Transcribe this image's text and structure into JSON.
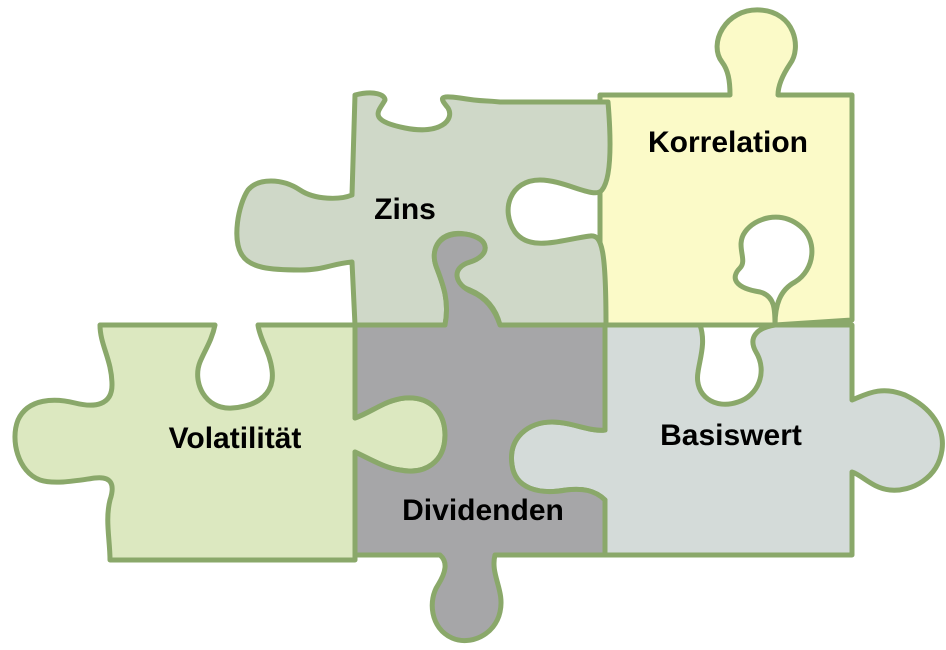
{
  "pieces": {
    "zins": {
      "label": "Zins",
      "fill": "#cfd8c8"
    },
    "korrelation": {
      "label": "Korrelation",
      "fill": "#fbfac8"
    },
    "volatilitaet": {
      "label": "Volatilität",
      "fill": "#dce8c0"
    },
    "dividenden": {
      "label": "Dividenden",
      "fill": "#a6a6a8"
    },
    "basiswert": {
      "label": "Basiswert",
      "fill": "#d4dbd9"
    }
  },
  "colors": {
    "outline": "#8aa86a",
    "text": "#000000"
  }
}
